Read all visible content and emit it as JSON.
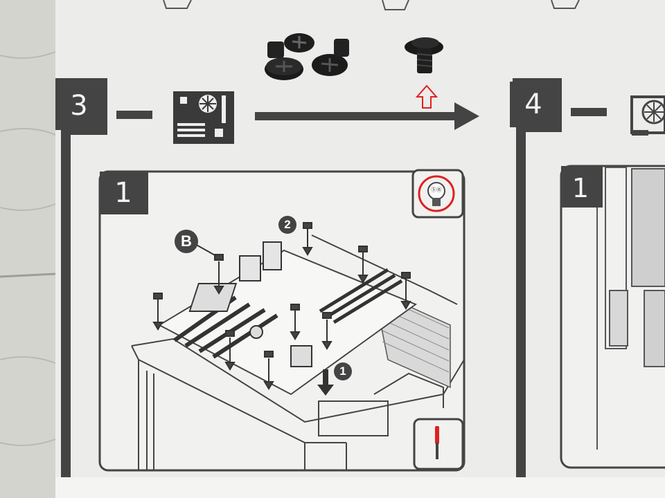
{
  "manual": {
    "step_main": "3",
    "step_next": "4",
    "substep_main": "1",
    "substep_next": "1",
    "callout_b": "B",
    "callout_2": "2",
    "callout_1": "1",
    "screw_head_mark": "ⓈⒷ"
  },
  "colors": {
    "paper": "#ececea",
    "ink": "#444444",
    "accent_red": "#e02020",
    "wood": "#cfcfcb"
  },
  "icons": [
    "screw-icon",
    "motherboard-icon",
    "arrow-right-icon",
    "arrow-up-icon",
    "gpu-icon",
    "screwdriver-icon"
  ]
}
